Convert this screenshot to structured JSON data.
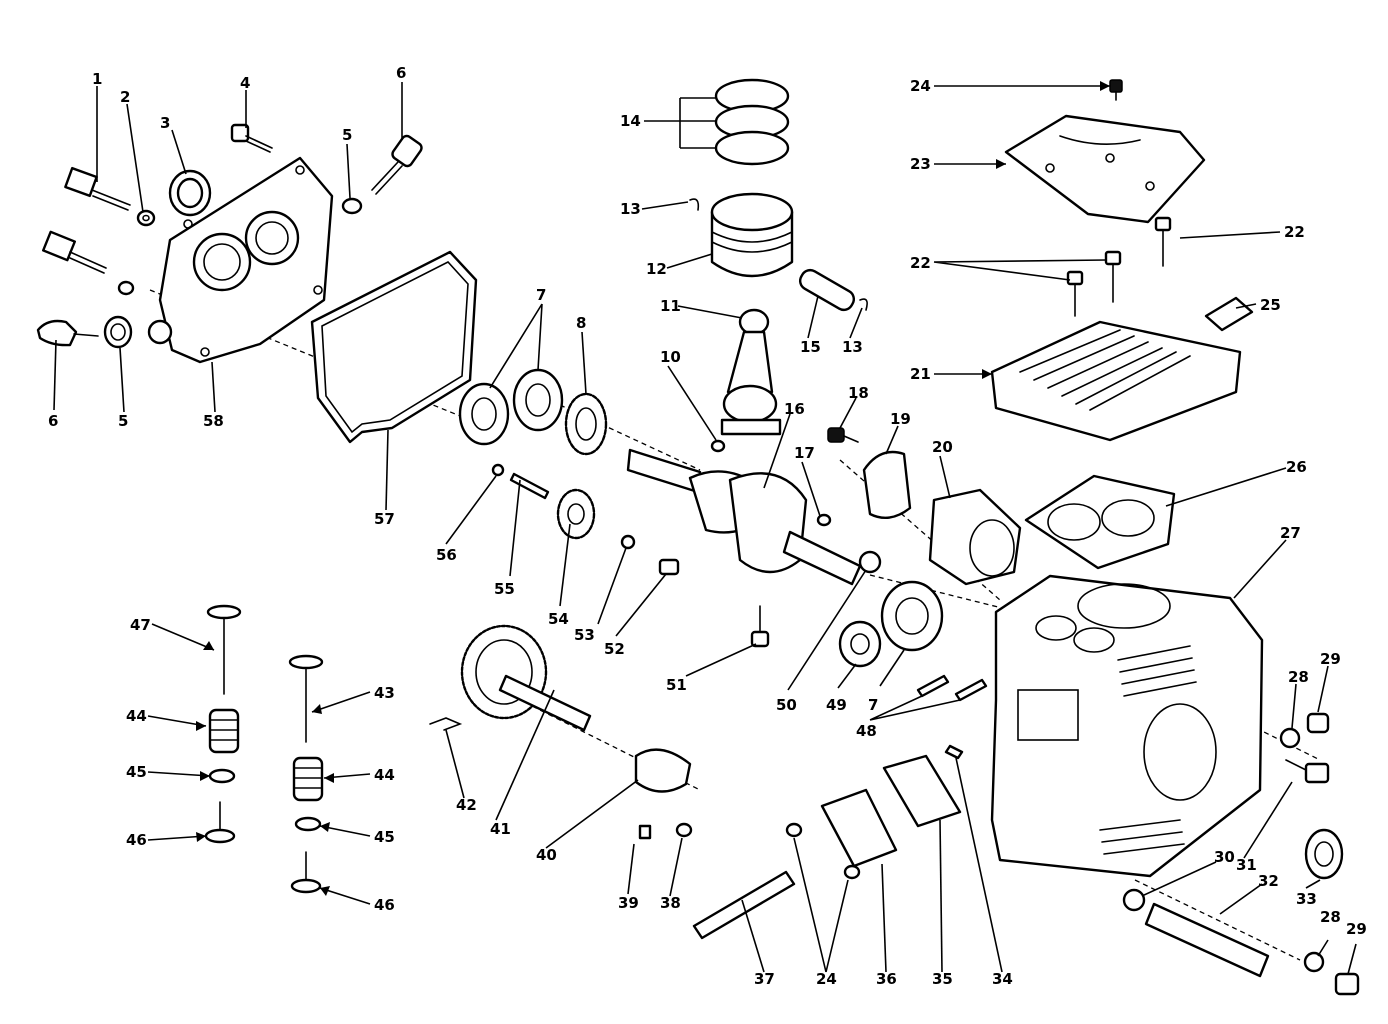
{
  "diagram": {
    "callouts": [
      "1",
      "2",
      "3",
      "4",
      "5",
      "6",
      "6",
      "5",
      "58",
      "6",
      "5",
      "7",
      "8",
      "57",
      "14",
      "13",
      "12",
      "11",
      "10",
      "15",
      "13",
      "16",
      "24",
      "23",
      "22",
      "22",
      "25",
      "21",
      "18",
      "19",
      "20",
      "17",
      "26",
      "27",
      "56",
      "55",
      "54",
      "53",
      "52",
      "51",
      "50",
      "49",
      "7",
      "48",
      "28",
      "29",
      "47",
      "43",
      "44",
      "44",
      "45",
      "45",
      "46",
      "46",
      "42",
      "41",
      "40",
      "39",
      "38",
      "37",
      "24",
      "36",
      "35",
      "34",
      "30",
      "31",
      "33",
      "32",
      "28",
      "29"
    ]
  }
}
